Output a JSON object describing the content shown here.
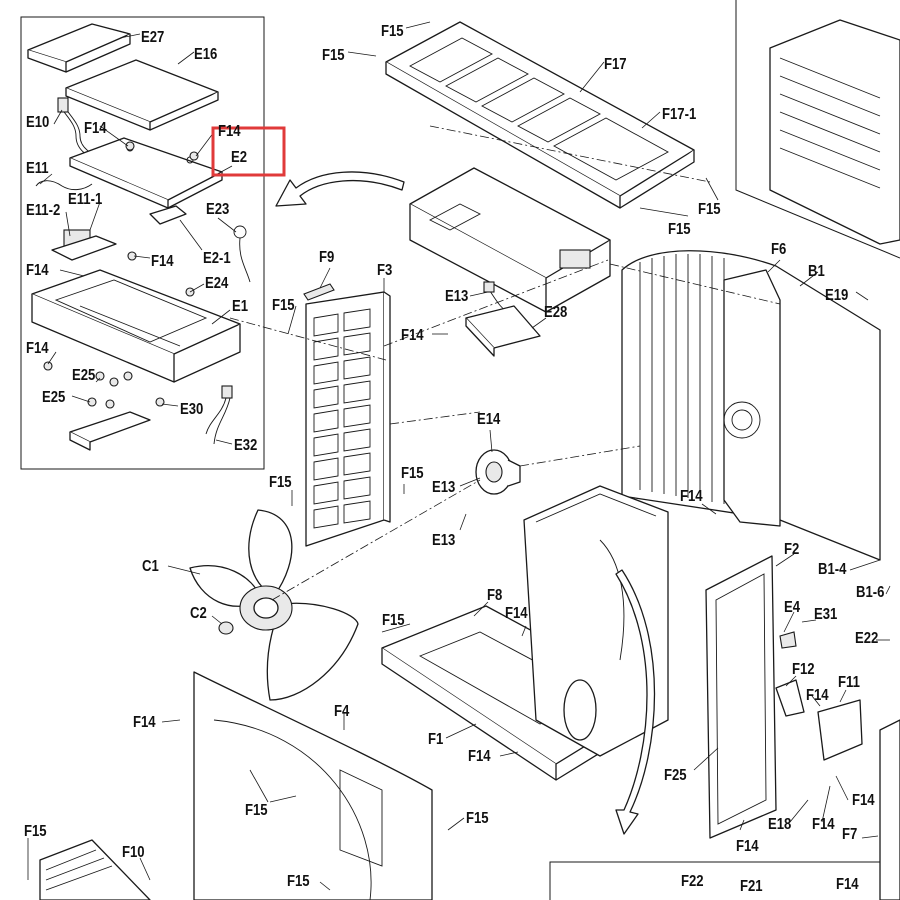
{
  "highlight": {
    "target_label": "E2",
    "color": "#e03a3a"
  },
  "labels": [
    {
      "id": "E27",
      "text": "E27"
    },
    {
      "id": "E16",
      "text": "E16"
    },
    {
      "id": "E10",
      "text": "E10"
    },
    {
      "id": "F14_a",
      "text": "F14"
    },
    {
      "id": "F14_b",
      "text": "F14"
    },
    {
      "id": "E2",
      "text": "E2"
    },
    {
      "id": "E11",
      "text": "E11"
    },
    {
      "id": "E11-1",
      "text": "E11-1"
    },
    {
      "id": "E11-2",
      "text": "E11-2"
    },
    {
      "id": "E23",
      "text": "E23"
    },
    {
      "id": "E2-1",
      "text": "E2-1"
    },
    {
      "id": "F14_c",
      "text": "F14"
    },
    {
      "id": "F14_d",
      "text": "F14"
    },
    {
      "id": "E24",
      "text": "E24"
    },
    {
      "id": "E1",
      "text": "E1"
    },
    {
      "id": "F14_e",
      "text": "F14"
    },
    {
      "id": "E25_a",
      "text": "E25"
    },
    {
      "id": "E25_b",
      "text": "E25"
    },
    {
      "id": "E30",
      "text": "E30"
    },
    {
      "id": "E32",
      "text": "E32"
    },
    {
      "id": "F15_a",
      "text": "F15"
    },
    {
      "id": "F15_b",
      "text": "F15"
    },
    {
      "id": "F17",
      "text": "F17"
    },
    {
      "id": "F17-1",
      "text": "F17-1"
    },
    {
      "id": "F15_c",
      "text": "F15"
    },
    {
      "id": "F15_d",
      "text": "F15"
    },
    {
      "id": "F9",
      "text": "F9"
    },
    {
      "id": "F3",
      "text": "F3"
    },
    {
      "id": "F15_e",
      "text": "F15"
    },
    {
      "id": "E13_a",
      "text": "E13"
    },
    {
      "id": "E28",
      "text": "E28"
    },
    {
      "id": "F14_f",
      "text": "F14"
    },
    {
      "id": "F6",
      "text": "F6"
    },
    {
      "id": "B1",
      "text": "B1"
    },
    {
      "id": "E19",
      "text": "E19"
    },
    {
      "id": "E14",
      "text": "E14"
    },
    {
      "id": "F15_f",
      "text": "F15"
    },
    {
      "id": "F15_g",
      "text": "F15"
    },
    {
      "id": "E13_b",
      "text": "E13"
    },
    {
      "id": "E13_c",
      "text": "E13"
    },
    {
      "id": "F14_g",
      "text": "F14"
    },
    {
      "id": "C1",
      "text": "C1"
    },
    {
      "id": "C2",
      "text": "C2"
    },
    {
      "id": "F2",
      "text": "F2"
    },
    {
      "id": "B1-4",
      "text": "B1-4"
    },
    {
      "id": "B1-6",
      "text": "B1-6"
    },
    {
      "id": "F8",
      "text": "F8"
    },
    {
      "id": "F15_h",
      "text": "F15"
    },
    {
      "id": "F14_h",
      "text": "F14"
    },
    {
      "id": "E4",
      "text": "E4"
    },
    {
      "id": "E31",
      "text": "E31"
    },
    {
      "id": "E22",
      "text": "E22"
    },
    {
      "id": "F12",
      "text": "F12"
    },
    {
      "id": "F14_i",
      "text": "F14"
    },
    {
      "id": "F11",
      "text": "F11"
    },
    {
      "id": "F14_j",
      "text": "F14"
    },
    {
      "id": "F4",
      "text": "F4"
    },
    {
      "id": "F1",
      "text": "F1"
    },
    {
      "id": "F14_k",
      "text": "F14"
    },
    {
      "id": "F25",
      "text": "F25"
    },
    {
      "id": "F14_l",
      "text": "F14"
    },
    {
      "id": "F15_i",
      "text": "F15"
    },
    {
      "id": "F15_j",
      "text": "F15"
    },
    {
      "id": "E18",
      "text": "E18"
    },
    {
      "id": "F14_m",
      "text": "F14"
    },
    {
      "id": "F7",
      "text": "F7"
    },
    {
      "id": "F14_n",
      "text": "F14"
    },
    {
      "id": "F15_k",
      "text": "F15"
    },
    {
      "id": "F10",
      "text": "F10"
    },
    {
      "id": "F15_l",
      "text": "F15"
    },
    {
      "id": "F22",
      "text": "F22"
    },
    {
      "id": "F21",
      "text": "F21"
    },
    {
      "id": "F14_o",
      "text": "F14"
    }
  ]
}
